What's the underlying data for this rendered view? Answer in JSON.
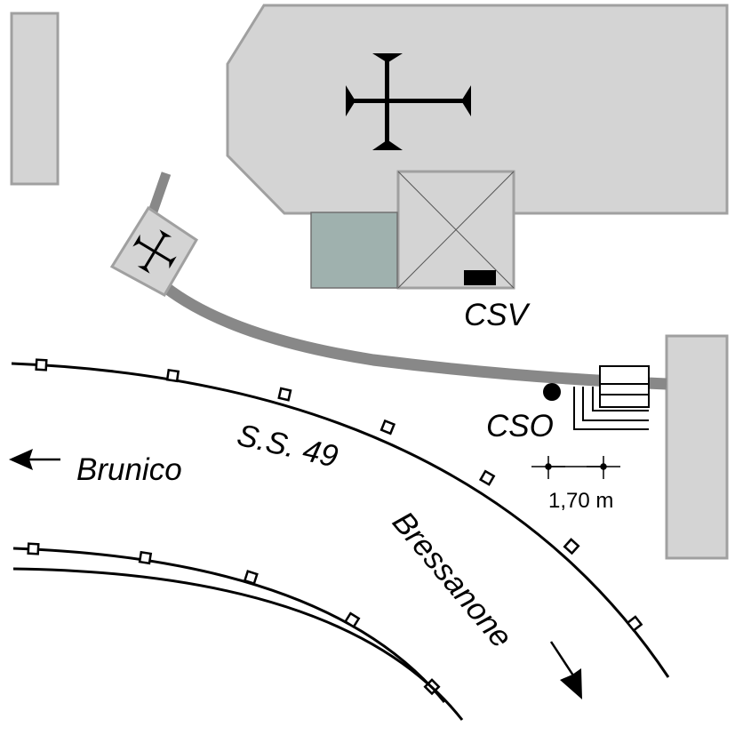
{
  "labels": {
    "csv": "CSV",
    "cso": "CSO",
    "road_name": "S.S. 49",
    "direction_west": "Brunico",
    "direction_south": "Bressanone",
    "scale": "1,70 m"
  },
  "icons": {
    "church_cross": "cross-pattee-icon",
    "chapel_cross": "cross-pattee-icon",
    "arrow_west": "arrow-left-icon",
    "arrow_south": "arrow-down-icon",
    "station_marker": "filled-circle-icon"
  },
  "colors": {
    "building_fill": "#d4d4d4",
    "building_stroke": "#a0a0a0",
    "annex_fill": "#9fb1ae",
    "road_path": "#888888",
    "line": "#000000"
  }
}
